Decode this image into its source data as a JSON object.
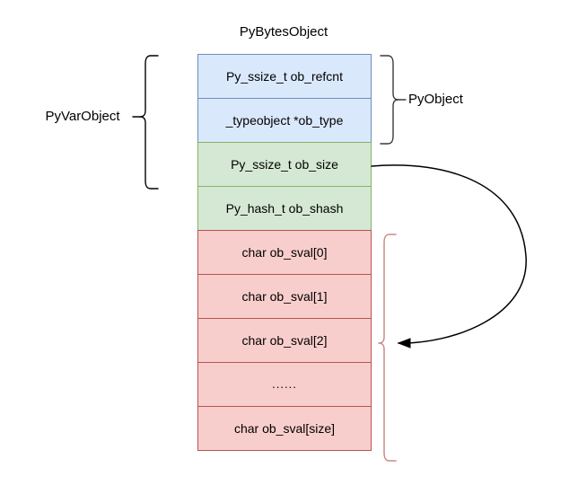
{
  "diagram": {
    "title": "PyBytesObject",
    "struct_fields": [
      {
        "label": "Py_ssize_t ob_refcnt",
        "group": "pyobject",
        "color": "#dae8fc",
        "border": "#6c8ebf"
      },
      {
        "label": "_typeobject *ob_type",
        "group": "pyobject",
        "color": "#dae8fc",
        "border": "#6c8ebf"
      },
      {
        "label": "Py_ssize_t ob_size",
        "group": "pyvarobject",
        "color": "#d5e8d4",
        "border": "#82b366"
      },
      {
        "label": "Py_hash_t ob_shash",
        "group": "header",
        "color": "#d5e8d4",
        "border": "#82b366"
      },
      {
        "label": "char ob_sval[0]",
        "group": "payload",
        "color": "#f8cecc",
        "border": "#b85450"
      },
      {
        "label": "char ob_sval[1]",
        "group": "payload",
        "color": "#f8cecc",
        "border": "#b85450"
      },
      {
        "label": "char ob_sval[2]",
        "group": "payload",
        "color": "#f8cecc",
        "border": "#b85450"
      },
      {
        "label": "......",
        "group": "payload",
        "color": "#f8cecc",
        "border": "#b85450"
      },
      {
        "label": "char ob_sval[size]",
        "group": "payload",
        "color": "#f8cecc",
        "border": "#b85450"
      }
    ],
    "annotations": {
      "left_brace_label": "PyVarObject",
      "right_brace_label": "PyObject",
      "payload_brace_color": "#b85450",
      "brace_color": "#000000",
      "arrow_color": "#000000"
    }
  }
}
